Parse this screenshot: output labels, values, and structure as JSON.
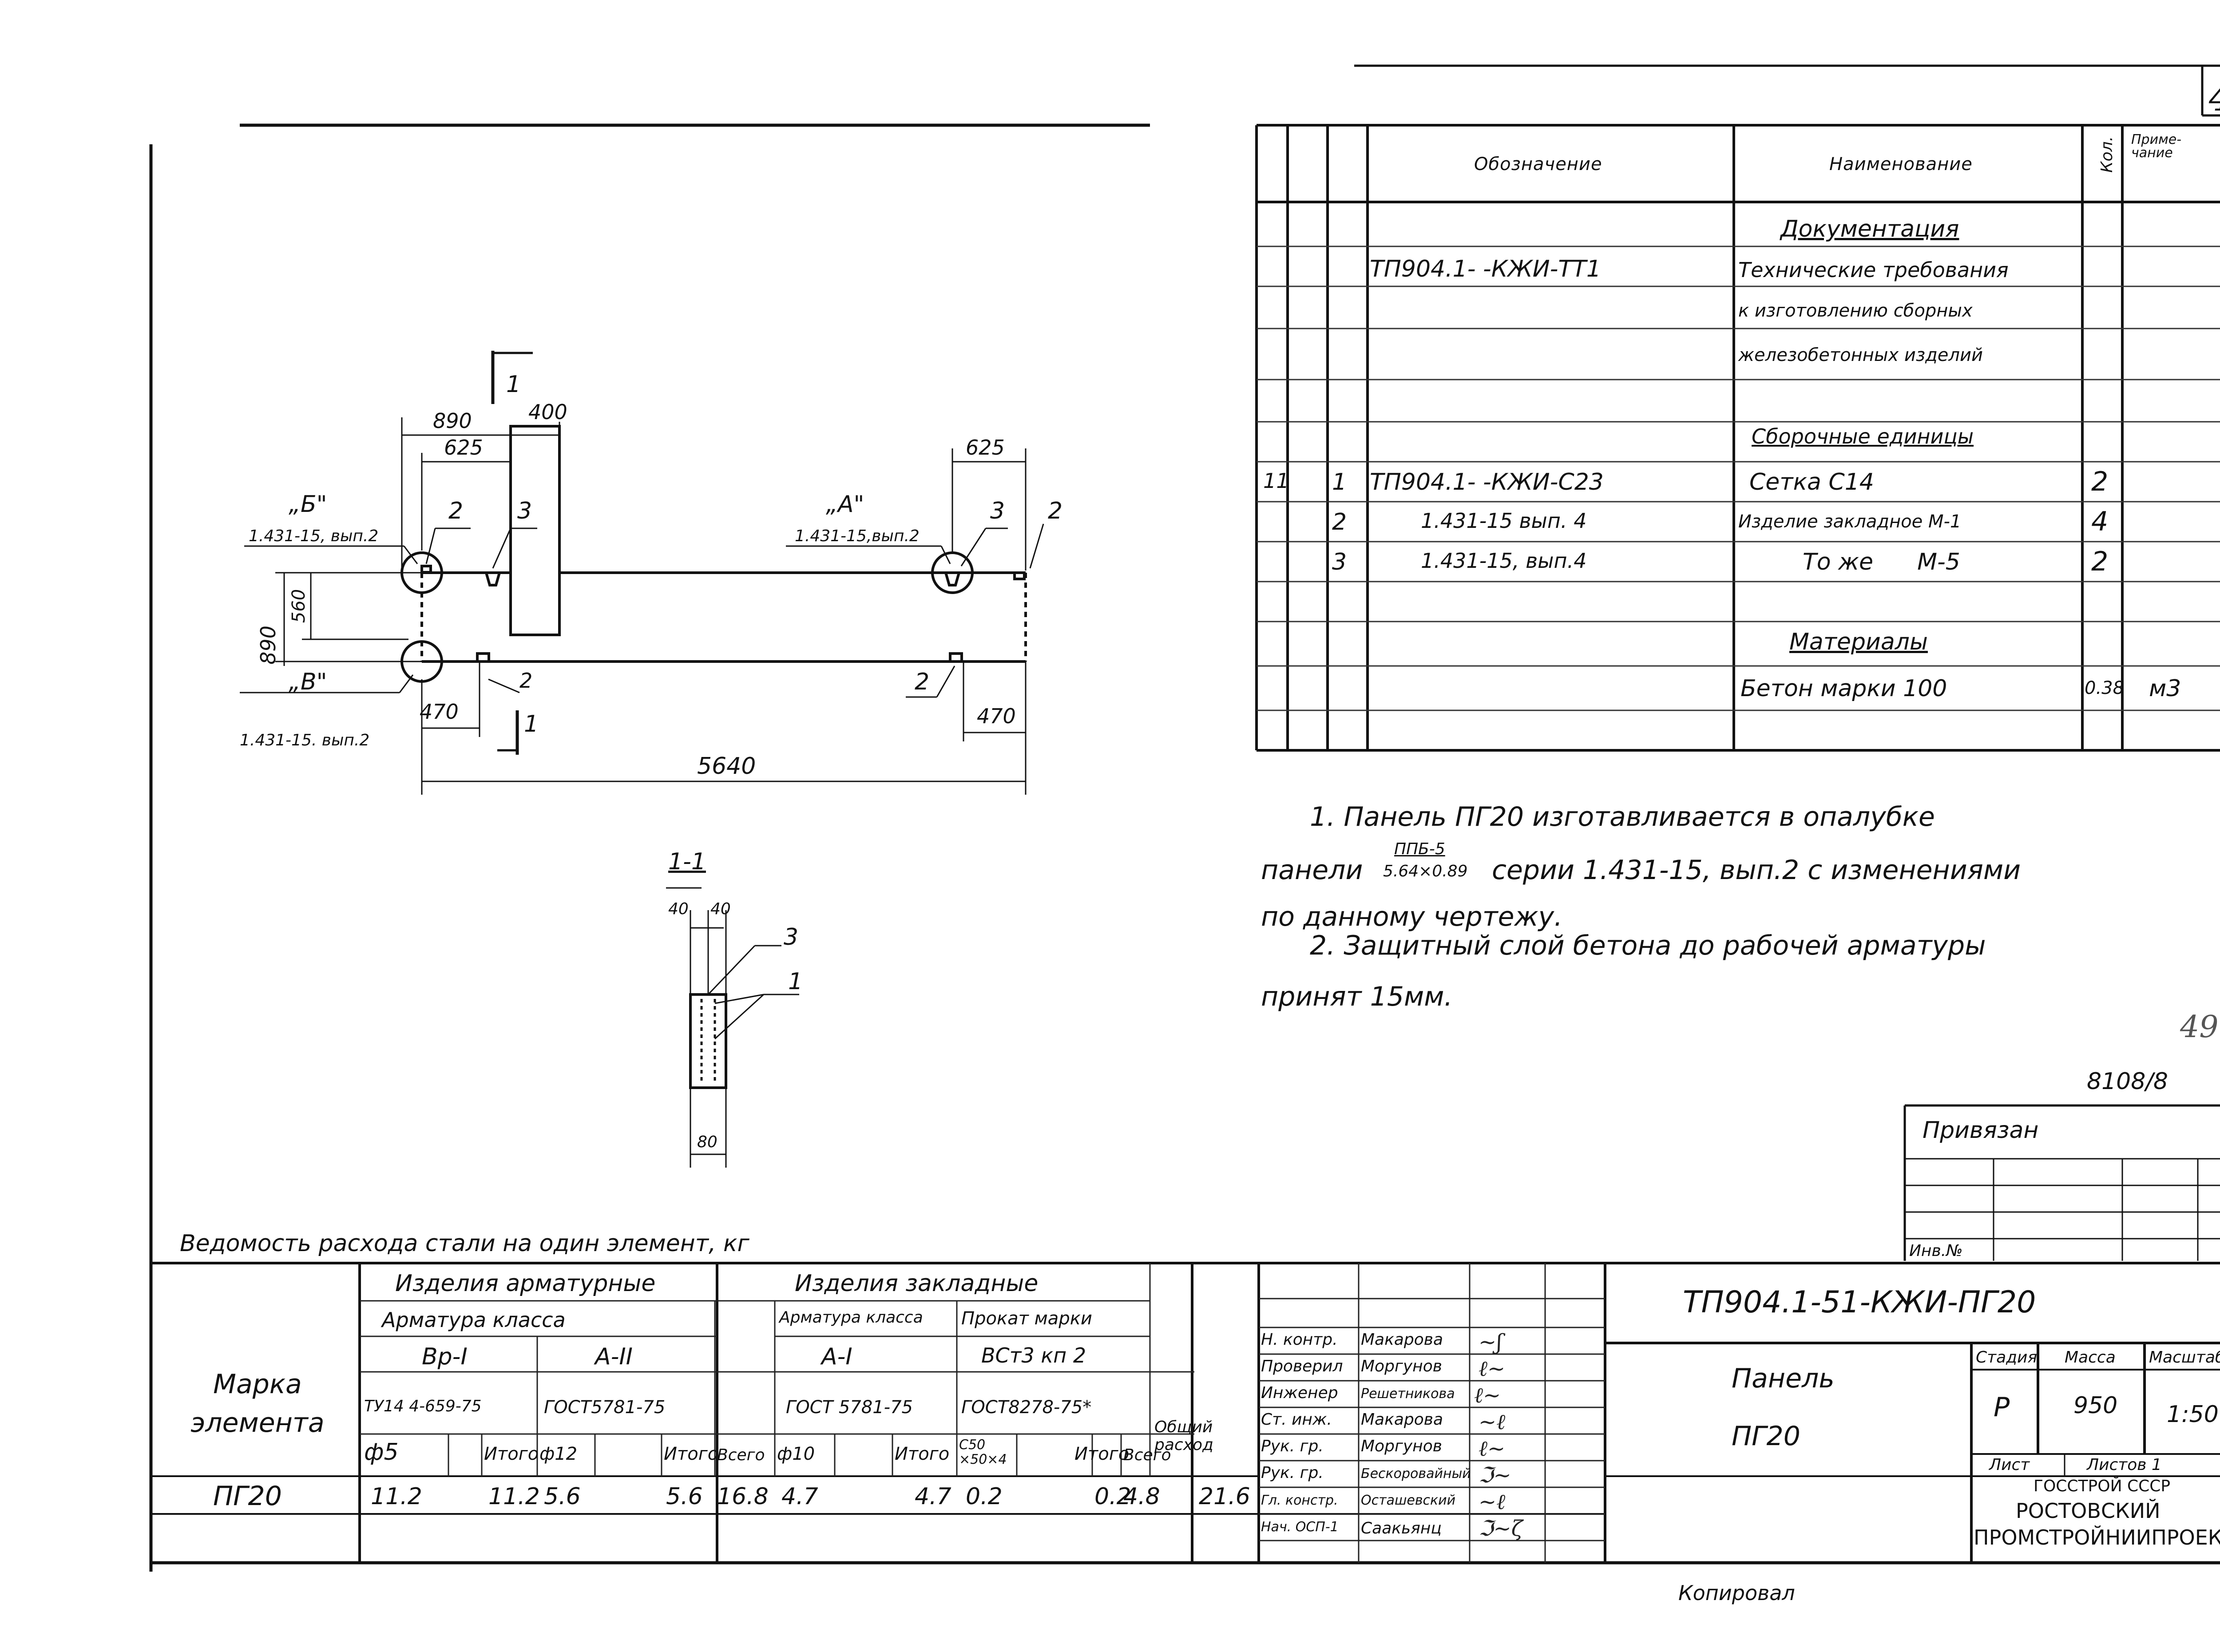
{
  "page_number": "49",
  "page_number_handwritten": "49",
  "inventory_ref": "8108/8",
  "spec_table": {
    "headers": {
      "designation": "Обозначение",
      "name": "Наименование",
      "qty": "Кол.",
      "note": "Приме-\nчание"
    },
    "sections": {
      "documentation": "Документация",
      "assembly": "Сборочные единицы",
      "materials": "Материалы"
    },
    "doc_designation": "ТП904.1-  -КЖИ-ТТ1",
    "doc_name_lines": [
      "Технические требования",
      "к изготовлению сборных",
      "железобетонных изделий"
    ],
    "rows": [
      {
        "fmt": "11",
        "pos": "1",
        "designation": "ТП904.1-  -КЖИ-С23",
        "name": "Сетка  С14",
        "qty": "2",
        "note": ""
      },
      {
        "fmt": "",
        "pos": "2",
        "designation": "1.431-15 вып. 4",
        "name": "Изделие закладное  М-1",
        "qty": "4",
        "note": ""
      },
      {
        "fmt": "",
        "pos": "3",
        "designation": "1.431-15, вып.4",
        "name": "То же      М-5",
        "qty": "2",
        "note": ""
      }
    ],
    "material": {
      "name": "Бетон  марки 100",
      "qty": "0.38",
      "unit": "м3"
    }
  },
  "drawing": {
    "section_mark": "1",
    "section_label": "1-1",
    "dims": {
      "d890_top": "890",
      "d400": "400",
      "d625_left": "625",
      "d625_right": "625",
      "d890_left": "890",
      "d560": "560",
      "d470_left": "470",
      "d470_right": "470",
      "d5640": "5640",
      "d40a": "40",
      "d40b": "40",
      "d80": "80"
    },
    "callouts": {
      "b_label": "„Б\"",
      "b_ref": "1.431-15, вып.2",
      "a_label": "„А\"",
      "a_ref": "1.431-15,вып.2",
      "v_label": "„В\"",
      "v_ref": "1.431-15. вып.2",
      "n2_a": "2",
      "n3_a": "3",
      "n3_b": "3",
      "n2_b": "2",
      "n2_c": "2",
      "n2_d": "2",
      "n1_bottom": "1",
      "n3_sec": "3",
      "n1_sec": "1"
    }
  },
  "notes": {
    "line1": "1. Панель  ПГ20   изготавливается  в  опалубке",
    "line2_a": "панели",
    "fraction_num": "ППБ-5",
    "fraction_den": "5.64×0.89",
    "line2_b": "серии  1.431-15, вып.2   с  изменениями",
    "line3": "по  данному  чертежу.",
    "line4": "2. Защитный  слой  бетона  до рабочей   арматуры",
    "line5": "принят  15мм."
  },
  "privyazan": {
    "label": "Привязан",
    "inv_label": "Инв.№"
  },
  "steel_table": {
    "title": "Ведомость  расхода стали  на  один  элемент, кг",
    "col_mark": "Марка элемента",
    "grp_arm": "Изделия  арматурные",
    "grp_zakl": "Изделия  закладные",
    "arm_class": "Арматура  класса",
    "bp1": "Вр-I",
    "a2": "А-II",
    "tu": "ТУ14 4-659-75",
    "gost5781a": "ГОСТ5781-75",
    "zakl_class": "Арматура класса",
    "prokat": "Прокат марки",
    "a1": "А-I",
    "vst": "ВСт3 кп 2",
    "gost5781b": "ГОСТ 5781-75",
    "gost8278": "ГОСТ8278-75*",
    "phi5": "ф5",
    "itogo": "Итого",
    "phi12": "ф12",
    "vsego": "Всего",
    "phi10": "ф10",
    "c50": "С50\n×50×4",
    "obshiy": "Общий\nрасход",
    "row": {
      "mark": "ПГ20",
      "v1": "11.2",
      "v2": "11.2",
      "v3": "5.6",
      "v4": "5.6",
      "v5": "16.8",
      "v6": "4.7",
      "v7": "4.7",
      "v8": "0.2",
      "v9": "0.2",
      "v10": "4.8",
      "v11": "21.6"
    }
  },
  "title_block": {
    "doc_code": "ТП904.1-51-КЖИ-ПГ20",
    "name_line1": "Панель",
    "name_line2": "ПГ20",
    "stage_label": "Стадия",
    "mass_label": "Масса",
    "scale_label": "Масштаб",
    "stage": "Р",
    "mass": "950",
    "scale": "1:50",
    "sheet_label": "Лист",
    "sheets_label": "Листов 1",
    "org_line1": "ГОССТРОЙ СССР",
    "org_line2": "РОСТОВСКИЙ",
    "org_line3": "ПРОМСТРОЙНИИПРОЕКТ",
    "staff": [
      {
        "role": "Н. контр.",
        "name": "Макарова"
      },
      {
        "role": "Проверил",
        "name": "Моргунов"
      },
      {
        "role": "Инженер",
        "name": "Решетникова"
      },
      {
        "role": "Ст. инж.",
        "name": "Макарова"
      },
      {
        "role": "Рук. гр.",
        "name": "Моргунов"
      },
      {
        "role": "Рук. гр.",
        "name": "Бескоровайный"
      },
      {
        "role": "Гл. констр.",
        "name": "Осташевский"
      },
      {
        "role": "Нач. ОСП-1",
        "name": "Саакьянц"
      }
    ],
    "kopiroval": "Копировал"
  }
}
